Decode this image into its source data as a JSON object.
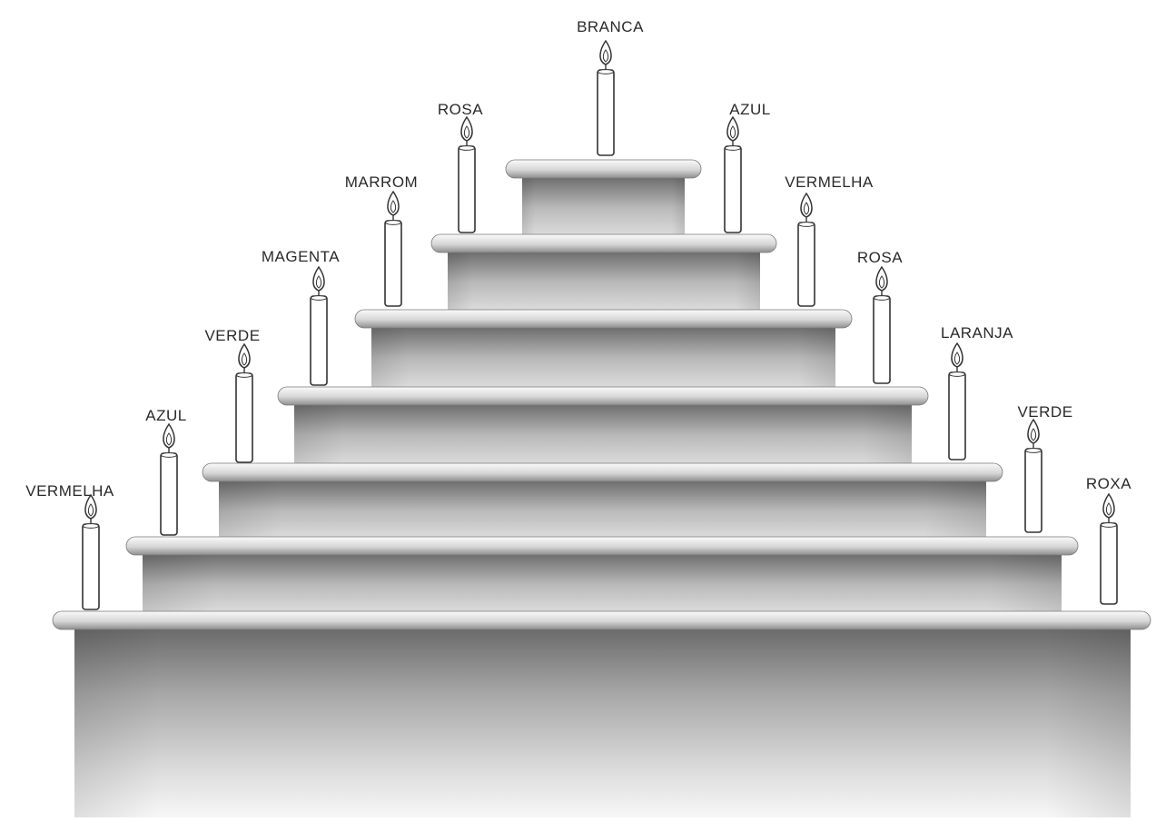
{
  "altar": {
    "step_count": 7,
    "candles": [
      {
        "label": "BRANCA"
      },
      {
        "label": "ROSA"
      },
      {
        "label": "AZUL"
      },
      {
        "label": "MARROM"
      },
      {
        "label": "VERMELHA"
      },
      {
        "label": "MAGENTA"
      },
      {
        "label": "ROSA"
      },
      {
        "label": "VERDE"
      },
      {
        "label": "LARANJA"
      },
      {
        "label": "AZUL"
      },
      {
        "label": "VERDE"
      },
      {
        "label": "VERMELHA"
      },
      {
        "label": "ROXA"
      }
    ]
  },
  "colors": {
    "stroke": "#333333",
    "candle_fill": "#ffffff",
    "step_light": "#f4f4f4",
    "step_dark": "#8a8a8a"
  }
}
